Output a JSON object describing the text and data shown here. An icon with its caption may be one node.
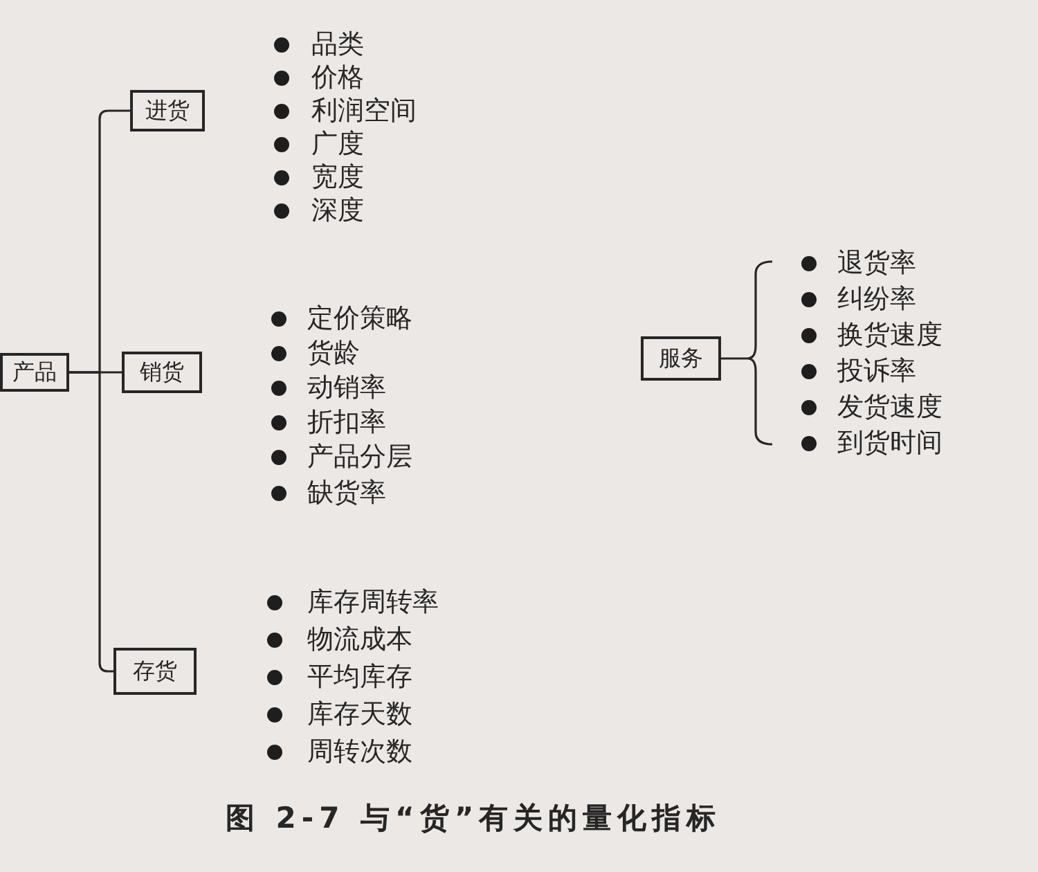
{
  "diagram": {
    "caption": "图 2-7 与“货”有关的量化指标",
    "nodes": [
      {
        "text": [
          "产品"
        ]
      },
      {
        "text": [
          "进货"
        ],
        "beside": [
          "品类",
          "价格",
          "利润空间",
          "广度",
          "宽度",
          "深度"
        ]
      },
      {
        "text": [
          "销货"
        ],
        "beside": [
          "定价策略",
          "货龄",
          "动销率",
          "折扣率",
          "产品分层",
          "缺货率"
        ]
      },
      {
        "text": [
          "存货"
        ],
        "beside": [
          "库存周转率",
          "物流成本",
          "平均库存",
          "库存天数",
          "周转次数"
        ]
      },
      {
        "text": [
          "服务"
        ],
        "beside": [
          "退货率",
          "纠纷率",
          "换货速度",
          "投诉率",
          "发货速度",
          "到货时间"
        ]
      }
    ],
    "edges": [
      {
        "from": 0,
        "to": 1,
        "arrow": "none"
      },
      {
        "from": 0,
        "to": 2,
        "arrow": "none"
      },
      {
        "from": 0,
        "to": 3,
        "arrow": "none"
      }
    ]
  }
}
